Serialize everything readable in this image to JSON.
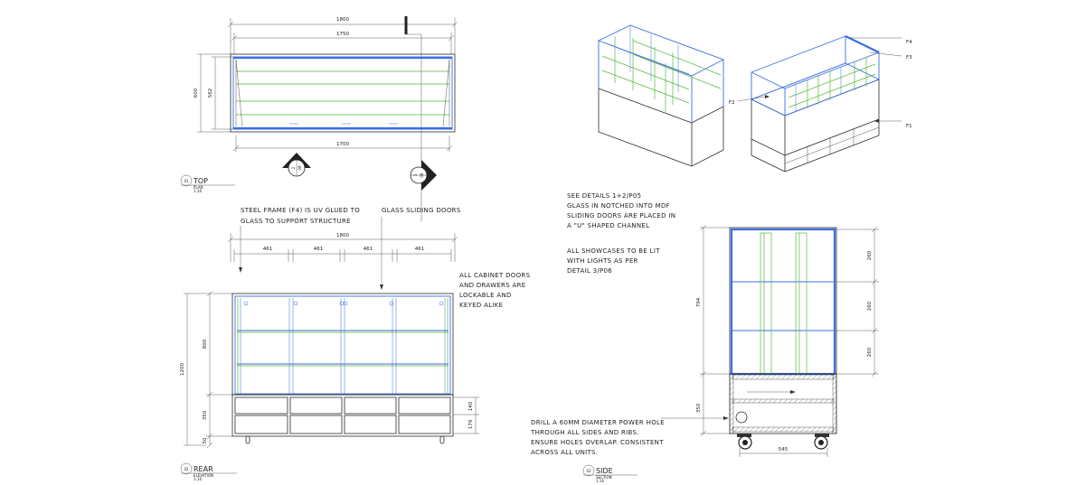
{
  "views": {
    "top": {
      "number": "01",
      "title": "TOP",
      "subtitle": "PLAN",
      "scale": "1:16"
    },
    "rear": {
      "number": "02",
      "title": "REAR",
      "subtitle": "ELEVATION",
      "scale": "1:16"
    },
    "side": {
      "number": "03",
      "title": "SIDE",
      "subtitle": "SECTION",
      "scale": "1:16"
    }
  },
  "top_plan": {
    "dim_overall": "1800",
    "dim_inner": "1750",
    "dim_bottom": "1700",
    "dim_depth": "600",
    "dim_inner_depth": "562",
    "marker_a": {
      "top": "2",
      "bottom": "08"
    },
    "marker_b": {
      "top": "3",
      "bottom": "08"
    }
  },
  "rear_elevation": {
    "dim_overall": "1800",
    "bays": [
      "461",
      "461",
      "461",
      "461"
    ],
    "dim_total_height": "1200",
    "dim_glass": "800",
    "dim_base": "350",
    "dim_castor": "50",
    "dim_drawer_1": "140",
    "dim_drawer_2": "179"
  },
  "side_section": {
    "dims_right": [
      "260",
      "260",
      "260"
    ],
    "dim_upper": "794",
    "dim_lower": "350",
    "dim_width": "545"
  },
  "iso_labels": [
    "F4",
    "F3",
    "F2",
    "F1"
  ],
  "notes": {
    "steel_frame": [
      "STEEL FRAME (F4) IS UV GLUED TO",
      "GLASS TO SUPPORT STRUCTURE"
    ],
    "glass_doors": [
      "GLASS SLIDING DOORS"
    ],
    "cabinet_doors": [
      "ALL CABINET DOORS",
      "AND DRAWERS ARE",
      "LOCKABLE AND",
      "KEYED ALIKE"
    ],
    "details": [
      "SEE DETAILS 1+2/P05",
      "GLASS IN NOTCHED INTO MDF",
      "SLIDING DOORS ARE PLACED IN",
      "A \"U\" SHAPED CHANNEL"
    ],
    "lighting": [
      "ALL SHOWCASES TO BE LIT",
      "WITH LIGHTS AS PER",
      "DETAIL 3/P06"
    ],
    "power": [
      "DRILL A 60MM DIAMETER POWER HOLE",
      "THROUGH ALL SIDES AND RIBS.",
      "ENSURE HOLES OVERLAP. CONSISTENT",
      "ACROSS ALL UNITS."
    ]
  }
}
